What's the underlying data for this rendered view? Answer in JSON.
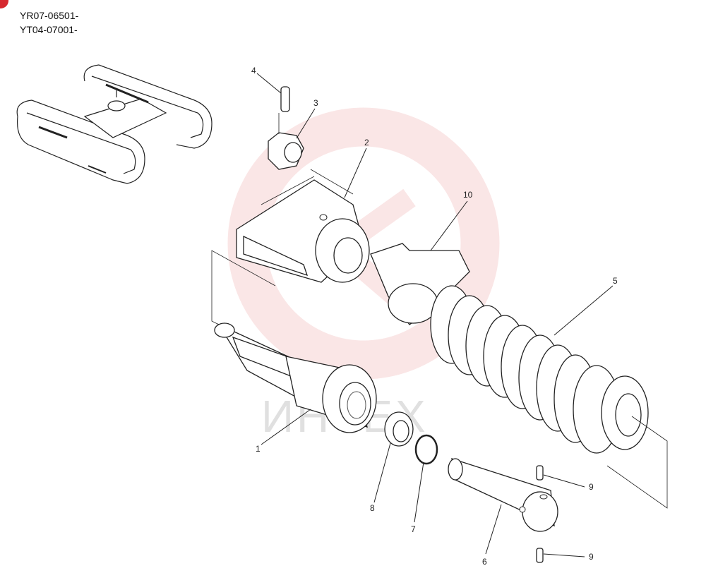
{
  "header": {
    "serial_lines": [
      "YR07-06501-",
      "YT04-07001-"
    ]
  },
  "watermark": {
    "text": "ИНТЕХ",
    "gear_color": "#f2b8b8"
  },
  "callouts": {
    "p1": "1",
    "p2": "2",
    "p3": "3",
    "p4": "4",
    "p5": "5",
    "p6": "6",
    "p7": "7",
    "p8": "8",
    "p9a": "9",
    "p9b": "9",
    "p10": "10"
  },
  "colors": {
    "accent": "#d6282f",
    "line": "#222222"
  }
}
